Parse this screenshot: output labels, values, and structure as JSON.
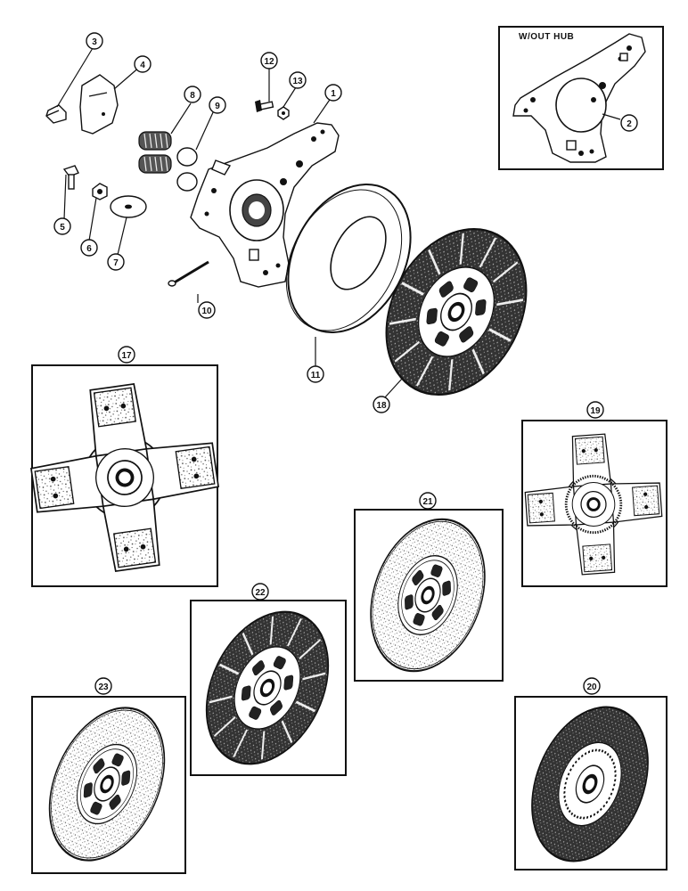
{
  "inset_label": "W/OUT HUB",
  "callouts": {
    "c1": "1",
    "c2": "2",
    "c3": "3",
    "c4": "4",
    "c5": "5",
    "c6": "6",
    "c7": "7",
    "c8": "8",
    "c9": "9",
    "c10": "10",
    "c11": "11",
    "c12": "12",
    "c13": "13",
    "c17": "17",
    "c18": "18",
    "c19": "19",
    "c20": "20",
    "c21": "21",
    "c22": "22",
    "c23": "23"
  },
  "icons": {
    "cover_plate": "clutch-cover-plate-icon",
    "pressure_plate": "pressure-plate-ring-icon",
    "clutch_disc": "clutch-disc-icon",
    "button_disc": "four-paddle-button-disc-icon"
  },
  "colors": {
    "ink": "#111111",
    "paper": "#ffffff",
    "speckle": "#555555"
  }
}
